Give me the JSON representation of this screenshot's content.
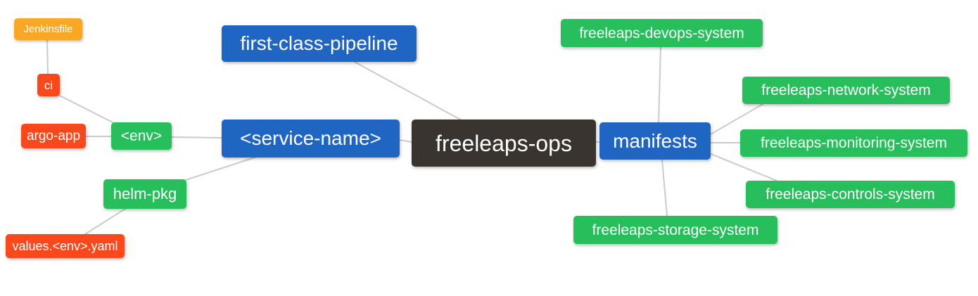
{
  "diagram": {
    "type": "mindmap",
    "background_color": "#ffffff",
    "edge_color": "#cbcbcb",
    "palette": {
      "orange": "#f9a825",
      "red": "#fa481c",
      "green": "#27be5c",
      "blue": "#2065c1",
      "dark": "#39342f",
      "text": "#ffffff"
    },
    "nodes": [
      {
        "id": "jenkinsfile",
        "label": "Jenkinsfile",
        "color": "orange"
      },
      {
        "id": "ci",
        "label": "ci",
        "color": "red"
      },
      {
        "id": "argo-app",
        "label": "argo-app",
        "color": "red"
      },
      {
        "id": "env",
        "label": "<env>",
        "color": "green"
      },
      {
        "id": "service-name",
        "label": "<service-name>",
        "color": "blue"
      },
      {
        "id": "first-class-pipeline",
        "label": "first-class-pipeline",
        "color": "blue"
      },
      {
        "id": "freeleaps-ops",
        "label": "freeleaps-ops",
        "color": "dark"
      },
      {
        "id": "manifests",
        "label": "manifests",
        "color": "blue"
      },
      {
        "id": "helm-pkg",
        "label": "helm-pkg",
        "color": "green"
      },
      {
        "id": "values-env-yaml",
        "label": "values.<env>.yaml",
        "color": "red"
      },
      {
        "id": "freeleaps-devops-system",
        "label": "freeleaps-devops-system",
        "color": "green"
      },
      {
        "id": "freeleaps-network-system",
        "label": "freeleaps-network-system",
        "color": "green"
      },
      {
        "id": "freeleaps-monitoring-system",
        "label": "freeleaps-monitoring-system",
        "color": "green"
      },
      {
        "id": "freeleaps-controls-system",
        "label": "freeleaps-controls-system",
        "color": "green"
      },
      {
        "id": "freeleaps-storage-system",
        "label": "freeleaps-storage-system",
        "color": "green"
      }
    ],
    "edges": [
      [
        "jenkinsfile",
        "ci"
      ],
      [
        "ci",
        "env"
      ],
      [
        "argo-app",
        "env"
      ],
      [
        "env",
        "service-name"
      ],
      [
        "service-name",
        "freeleaps-ops"
      ],
      [
        "first-class-pipeline",
        "freeleaps-ops"
      ],
      [
        "service-name",
        "helm-pkg"
      ],
      [
        "helm-pkg",
        "values-env-yaml"
      ],
      [
        "freeleaps-ops",
        "manifests"
      ],
      [
        "manifests",
        "freeleaps-devops-system"
      ],
      [
        "manifests",
        "freeleaps-network-system"
      ],
      [
        "manifests",
        "freeleaps-monitoring-system"
      ],
      [
        "manifests",
        "freeleaps-controls-system"
      ],
      [
        "manifests",
        "freeleaps-storage-system"
      ]
    ]
  }
}
